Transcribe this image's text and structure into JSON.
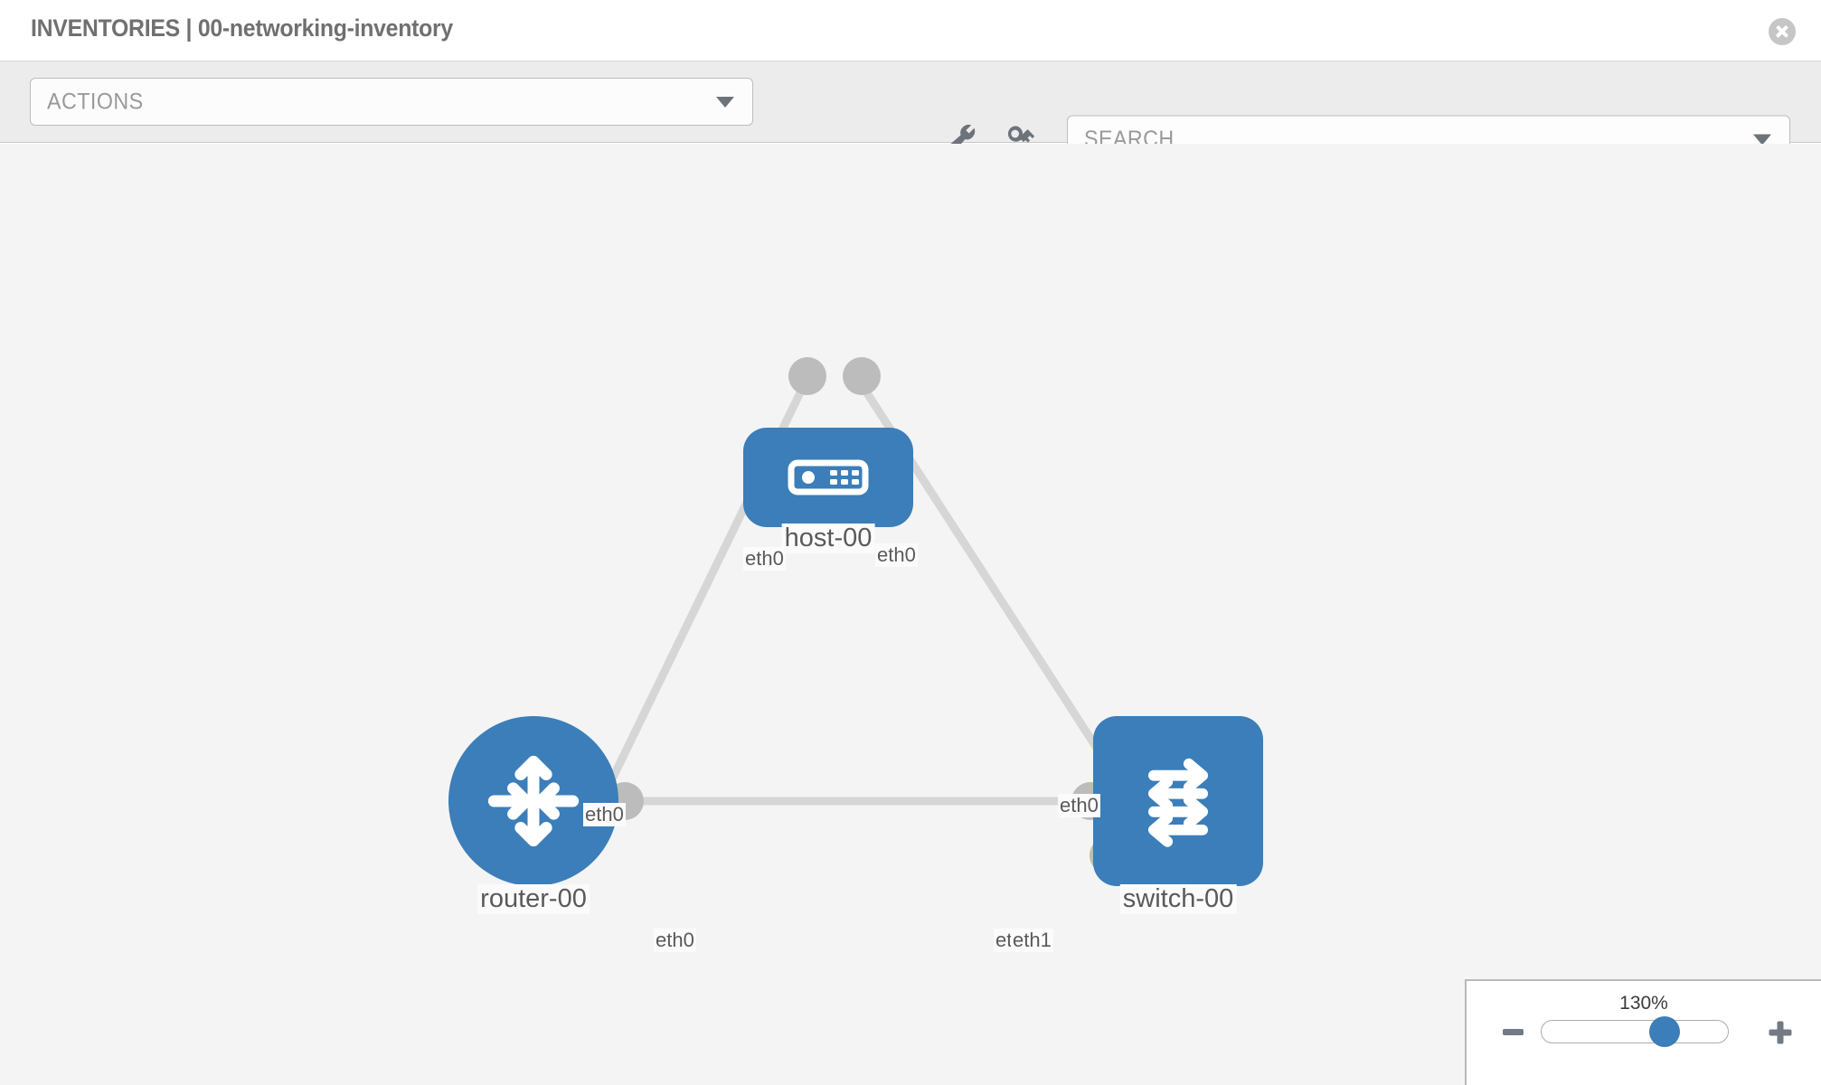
{
  "header": {
    "section": "INVENTORIES",
    "separator": "|",
    "name": "00-networking-inventory",
    "title": "INVENTORIES | 00-networking-inventory",
    "close_icon": "close-circle-icon"
  },
  "toolbar": {
    "actions_label": "ACTIONS",
    "actions_caret": "chevron-down-icon",
    "wrench_icon": "wrench-icon",
    "key_icon": "key-icon",
    "search_placeholder": "SEARCH",
    "search_value": "",
    "search_caret": "chevron-down-icon"
  },
  "topology": {
    "nodes": [
      {
        "id": "host-00",
        "label": "host-00",
        "type": "host",
        "icon": "server-icon"
      },
      {
        "id": "router-00",
        "label": "router-00",
        "type": "router",
        "icon": "router-arrows-icon"
      },
      {
        "id": "switch-00",
        "label": "switch-00",
        "type": "switch",
        "icon": "switch-arrows-icon"
      }
    ],
    "links": [
      {
        "from": "host-00",
        "from_if": "eth0",
        "to": "router-00",
        "to_if": "eth0"
      },
      {
        "from": "host-00",
        "from_if": "eth0",
        "to": "switch-00",
        "to_if": "eth0"
      },
      {
        "from": "router-00",
        "from_if": "eth0",
        "to": "switch-00",
        "to_if": "eth1"
      }
    ],
    "interface_labels": {
      "host_left": "eth0",
      "host_right": "eth0",
      "router_up": "eth0",
      "switch_up": "eth0",
      "router_right": "eth0",
      "switch_left_under": "eth0",
      "switch_left_over": "eth1"
    }
  },
  "zoom": {
    "value_label": "130%",
    "minus_label": "minus-icon",
    "plus_label": "plus-icon",
    "slider_position_pct": 66
  },
  "colors": {
    "node_blue": "#3b7eb9",
    "canvas_bg": "#f4f4f4",
    "toolbar_bg": "#ececec",
    "edge_grey": "#d6d6d6",
    "port_grey": "#bcbcbc",
    "text_grey": "#5a5a5a"
  }
}
